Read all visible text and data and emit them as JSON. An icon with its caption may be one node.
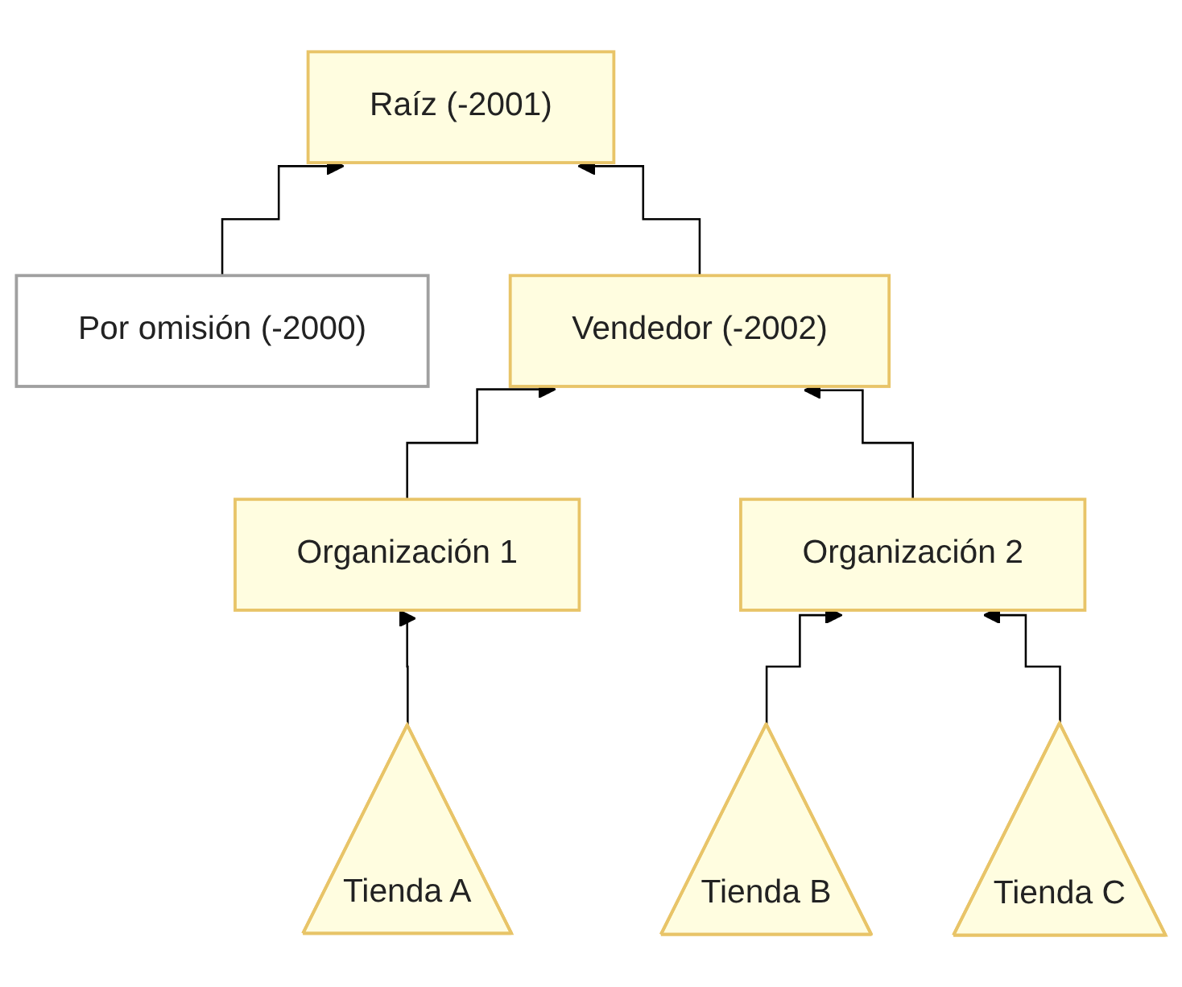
{
  "diagram": {
    "nodes": [
      {
        "text": [
          "Raíz (-2001)"
        ]
      },
      {
        "text": [
          "Por omisión (-2000)"
        ]
      },
      {
        "text": [
          "Vendedor (-2002)"
        ]
      },
      {
        "text": [
          "Organización 1"
        ]
      },
      {
        "text": [
          "Organización 2"
        ]
      },
      {
        "text": [
          "Tienda A"
        ]
      },
      {
        "text": [
          "Tienda B"
        ]
      },
      {
        "text": [
          "Tienda C"
        ]
      }
    ],
    "edges": [
      {
        "from": 1,
        "to": 0,
        "arrow": "to"
      },
      {
        "from": 2,
        "to": 0,
        "arrow": "to"
      },
      {
        "from": 3,
        "to": 2,
        "arrow": "to"
      },
      {
        "from": 4,
        "to": 2,
        "arrow": "to"
      },
      {
        "from": 5,
        "to": 3,
        "arrow": "to"
      },
      {
        "from": 6,
        "to": 4,
        "arrow": "to"
      },
      {
        "from": 7,
        "to": 4,
        "arrow": "to"
      }
    ]
  }
}
